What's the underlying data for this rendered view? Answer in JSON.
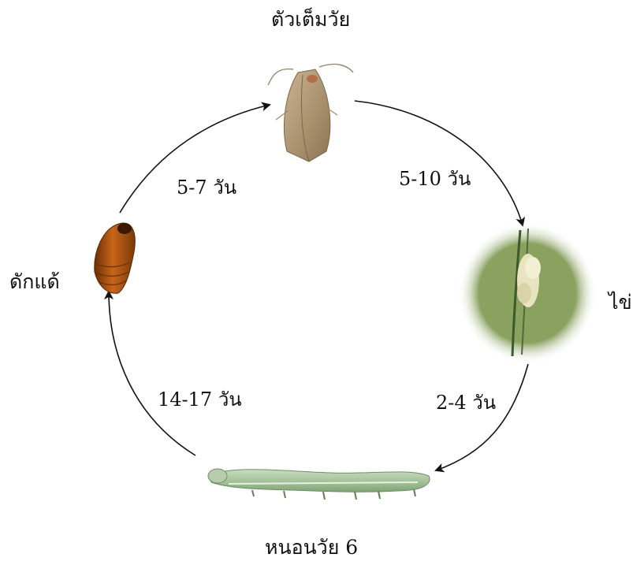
{
  "stages": {
    "adult": "ตัวเต็มวัย",
    "egg": "ไข่",
    "larva": "หนอนวัย 6",
    "pupa": "ดักแด้"
  },
  "durations": {
    "adult_to_egg": "5-10 วัน",
    "egg_to_larva": "2-4 วัน",
    "larva_to_pupa": "14-17 วัน",
    "pupa_to_adult": "5-7 วัน"
  }
}
